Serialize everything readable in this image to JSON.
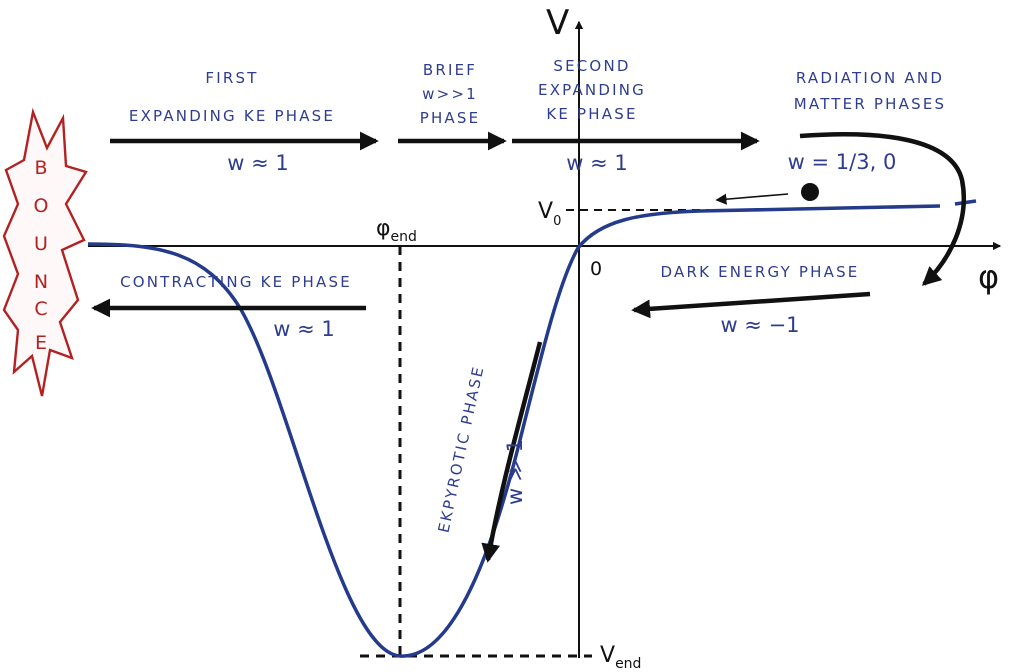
{
  "axes": {
    "y_label": "V",
    "x_label": "φ",
    "origin": "0",
    "v0_main": "V",
    "v0_sub": "0",
    "phi_end_main": "φ",
    "phi_end_sub": "end",
    "v_end_main": "V",
    "v_end_sub": "end"
  },
  "bounce": {
    "letters": [
      "B",
      "O",
      "U",
      "N",
      "C",
      "E"
    ],
    "color": "#b22222"
  },
  "phases": {
    "first_expanding": {
      "line1": "FIRST",
      "line2": "EXPANDING KE PHASE",
      "w": "w ≈ 1"
    },
    "brief": {
      "line1": "BRIEF",
      "line2": "w>>1",
      "line3": "PHASE"
    },
    "second_expanding": {
      "line1": "SECOND",
      "line2": "EXPANDING",
      "line3": "KE PHASE",
      "w": "w ≈ 1"
    },
    "radiation_matter": {
      "line1": "RADIATION AND",
      "line2": "MATTER PHASES",
      "w": "w = 1/3,  0"
    },
    "dark_energy": {
      "label": "DARK ENERGY PHASE",
      "w": "w ≈ −1"
    },
    "contracting": {
      "label": "CONTRACTING KE PHASE",
      "w": "w ≈ 1"
    },
    "ekpyrotic": {
      "label": "EKPYROTIC PHASE",
      "w": "w ≫ 1"
    }
  },
  "colors": {
    "curve": "#243b8c",
    "text": "#2f3d8f",
    "arrows": "#111111"
  }
}
